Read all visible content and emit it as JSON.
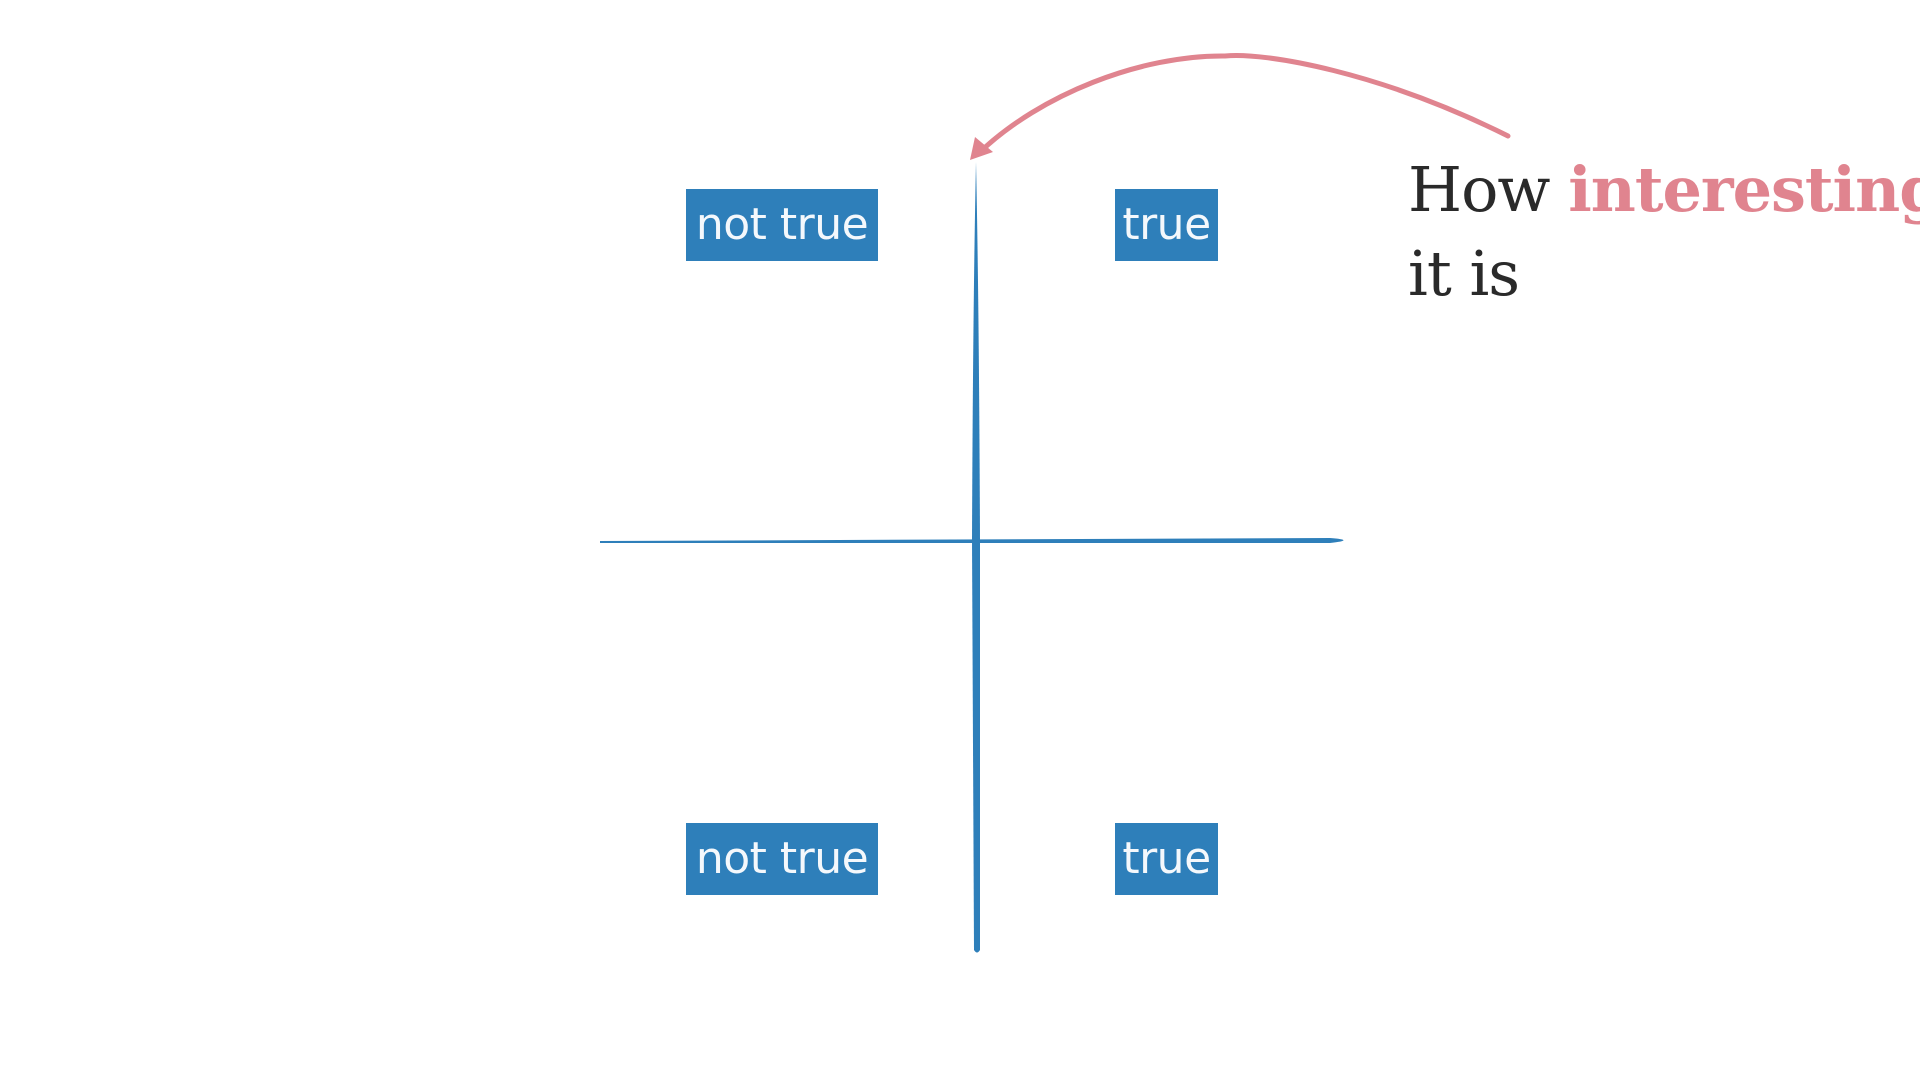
{
  "diagram": {
    "quadrants": {
      "top_left": "not true",
      "top_right": "true",
      "bottom_left": "not true",
      "bottom_right": "true"
    },
    "annotation": {
      "line1_prefix": "How",
      "line1_emphasis": "interesting",
      "line2": "it is"
    },
    "colors": {
      "axis": "#2e7fba",
      "label_background": "#2e7fba",
      "label_text": "#f4f8fc",
      "arrow": "#e0848f",
      "emphasis_text": "#e0848f",
      "annotation_text": "#2a2a2a"
    }
  }
}
